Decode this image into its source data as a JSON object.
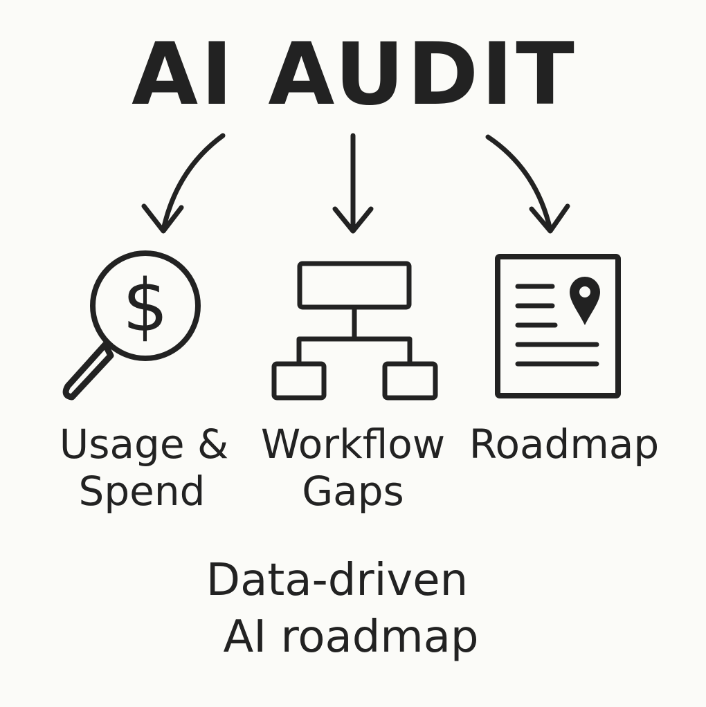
{
  "title": "AI AUDIT",
  "branches": [
    {
      "icon": "magnifier-dollar-icon",
      "line1": "Usage &",
      "line2": "Spend"
    },
    {
      "icon": "flowchart-icon",
      "line1": "Workflow",
      "line2": "Gaps"
    },
    {
      "icon": "roadmap-document-icon",
      "line1": "Roadmap"
    }
  ],
  "dollar_symbol": "$",
  "footer": {
    "line1": "Data-driven",
    "line2": "AI roadmap"
  },
  "colors": {
    "ink": "#222222",
    "background": "#fbfbf8"
  }
}
